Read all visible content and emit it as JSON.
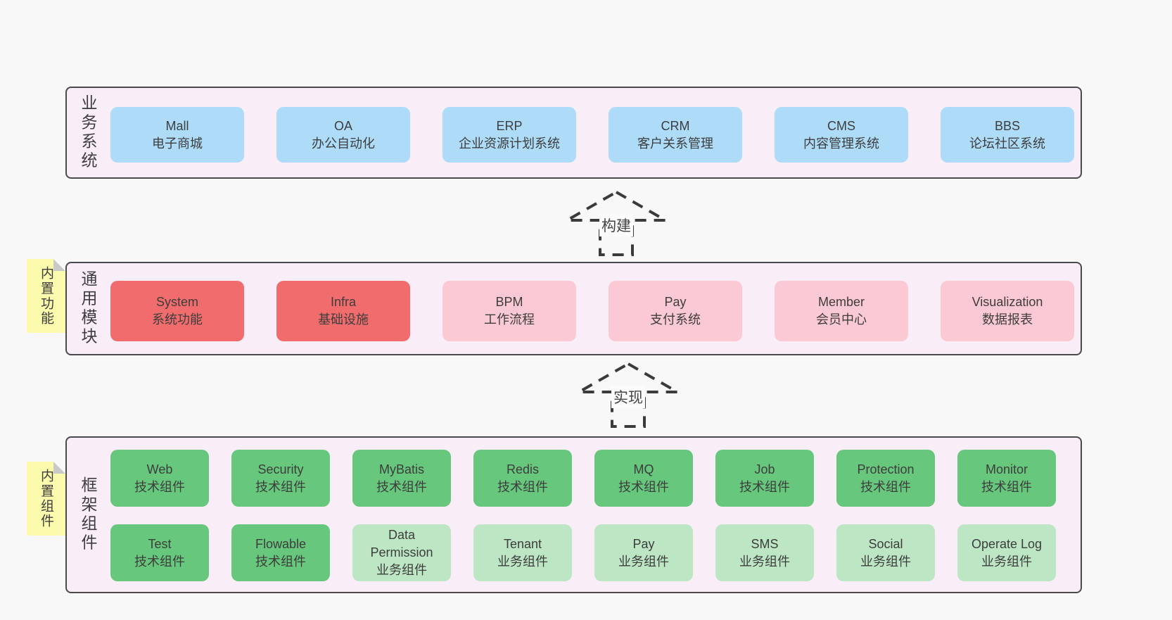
{
  "palette": {
    "page-bg": "#f8f8f8",
    "panel-bg": "#f9eef7",
    "panel-border": "#4a4a4a",
    "blue": "#aedcf8",
    "red": "#f16c6c",
    "pink": "#fbc9d3",
    "green": "#67c77c",
    "lightgreen": "#bde6c4",
    "yellow": "#fbfaad",
    "fold": "#c9c9c9",
    "text": "#3d3d3d",
    "arrow": "#3b3b3b"
  },
  "panels": {
    "business": {
      "label": "业务系统",
      "boxes": [
        {
          "title": "Mall",
          "subtitle": "电子商城",
          "variant": "blue"
        },
        {
          "title": "OA",
          "subtitle": "办公自动化",
          "variant": "blue"
        },
        {
          "title": "ERP",
          "subtitle": "企业资源计划系统",
          "variant": "blue"
        },
        {
          "title": "CRM",
          "subtitle": "客户关系管理",
          "variant": "blue"
        },
        {
          "title": "CMS",
          "subtitle": "内容管理系统",
          "variant": "blue"
        },
        {
          "title": "BBS",
          "subtitle": "论坛社区系统",
          "variant": "blue"
        }
      ]
    },
    "modules": {
      "label": "通用模块",
      "note": "内置功能",
      "boxes": [
        {
          "title": "System",
          "subtitle": "系统功能",
          "variant": "red"
        },
        {
          "title": "Infra",
          "subtitle": "基础设施",
          "variant": "red"
        },
        {
          "title": "BPM",
          "subtitle": "工作流程",
          "variant": "pink"
        },
        {
          "title": "Pay",
          "subtitle": "支付系统",
          "variant": "pink"
        },
        {
          "title": "Member",
          "subtitle": "会员中心",
          "variant": "pink"
        },
        {
          "title": "Visualization",
          "subtitle": "数据报表",
          "variant": "pink"
        }
      ]
    },
    "framework": {
      "label": "框架组件",
      "note": "内置组件",
      "rows": [
        {
          "boxes": [
            {
              "title": "Web",
              "subtitle": "技术组件",
              "variant": "green"
            },
            {
              "title": "Security",
              "subtitle": "技术组件",
              "variant": "green"
            },
            {
              "title": "MyBatis",
              "subtitle": "技术组件",
              "variant": "green"
            },
            {
              "title": "Redis",
              "subtitle": "技术组件",
              "variant": "green"
            },
            {
              "title": "MQ",
              "subtitle": "技术组件",
              "variant": "green"
            },
            {
              "title": "Job",
              "subtitle": "技术组件",
              "variant": "green"
            },
            {
              "title": "Protection",
              "subtitle": "技术组件",
              "variant": "green"
            },
            {
              "title": "Monitor",
              "subtitle": "技术组件",
              "variant": "green"
            }
          ]
        },
        {
          "boxes": [
            {
              "title": "Test",
              "subtitle": "技术组件",
              "variant": "green"
            },
            {
              "title": "Flowable",
              "subtitle": "技术组件",
              "variant": "green"
            },
            {
              "title": "Data Permission",
              "subtitle": "业务组件",
              "variant": "lightgreen"
            },
            {
              "title": "Tenant",
              "subtitle": "业务组件",
              "variant": "lightgreen"
            },
            {
              "title": "Pay",
              "subtitle": "业务组件",
              "variant": "lightgreen"
            },
            {
              "title": "SMS",
              "subtitle": "业务组件",
              "variant": "lightgreen"
            },
            {
              "title": "Social",
              "subtitle": "业务组件",
              "variant": "lightgreen"
            },
            {
              "title": "Operate Log",
              "subtitle": "业务组件",
              "variant": "lightgreen"
            }
          ]
        }
      ]
    }
  },
  "arrows": [
    {
      "label": "构建"
    },
    {
      "label": "实现"
    }
  ]
}
